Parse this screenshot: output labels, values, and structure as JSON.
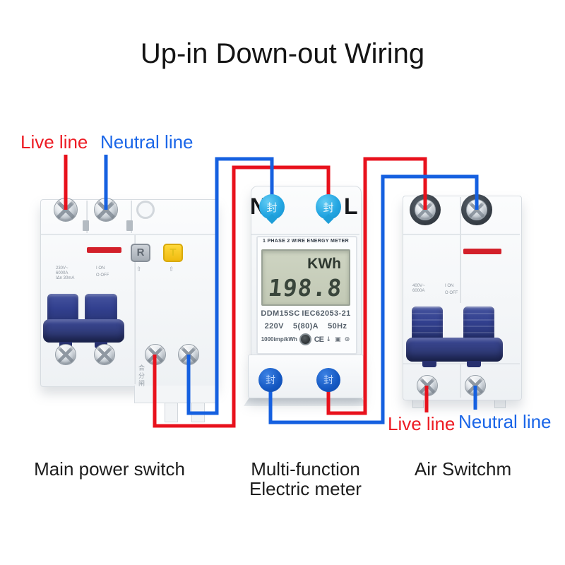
{
  "title": "Up-in Down-out Wiring",
  "colors": {
    "live_wire": "#e8111c",
    "neutral_wire": "#1560e0",
    "live_label": "#ed1c24",
    "neutral_label": "#1a66e8",
    "indicator_red": "#d3202a",
    "toggle_navy": "#2c3880",
    "seal_light_blue": "#21a4e0",
    "seal_dark_blue": "#1256c0",
    "test_button_yellow": "#f6c81e",
    "lcd_green": "#c9cfbd"
  },
  "labels": {
    "top_live": "Live line",
    "top_neutral": "Neutral line",
    "bottom_live": "Live line",
    "bottom_neutral": "Neutral line"
  },
  "captions": {
    "breaker": "Main power switch",
    "meter_line1": "Multi-function",
    "meter_line2": "Electric meter",
    "air_switch": "Air Switchm"
  },
  "breaker": {
    "reset_button": "R",
    "test_button": "T",
    "reset_hint": "⇧",
    "test_hint": "⇧",
    "rating_voltage": "230V~",
    "rating_current": "6000A",
    "rating_leakage": "IΔn 30mA",
    "on_mark": "I ON",
    "off_mark": "O OFF",
    "side_text": "合分闸"
  },
  "meter": {
    "terminal_left": "N",
    "terminal_right": "L",
    "seal_char": "封",
    "header": "1 PHASE 2 WIRE ENERGY METER",
    "lcd_unit": "KWh",
    "lcd_value": "198.8",
    "model": "DDM15SC",
    "standard": "IEC62053-21",
    "voltage": "220V",
    "current": "5(80)A",
    "frequency": "50Hz",
    "impulse_rate": "1000imp/kWh",
    "ce_mark": "CE",
    "cert_icons": "↓ ▣ ⊙"
  },
  "air_switch": {
    "rating_voltage": "400V~",
    "rating_current": "6000A",
    "on_mark": "I ON",
    "off_mark": "O OFF"
  }
}
